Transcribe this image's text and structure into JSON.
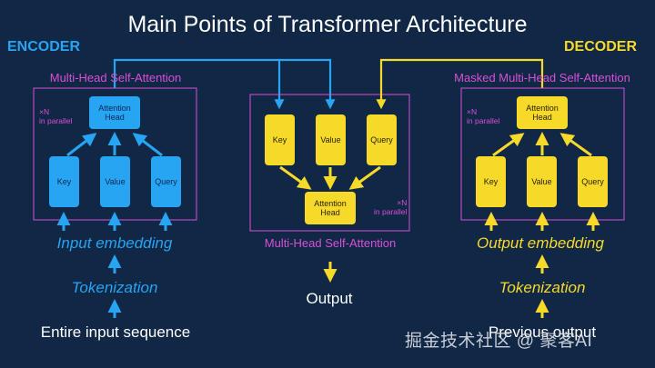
{
  "title": "Main Points of Transformer Architecture",
  "encoder": {
    "label": "ENCODER",
    "block_label": "Multi-Head Self-Attention",
    "parallel_label": "×N\nin parallel",
    "attention_head": "Attention\nHead",
    "key": "Key",
    "value": "Value",
    "query": "Query",
    "embedding": "Input embedding",
    "tokenization": "Tokenization",
    "input": "Entire input sequence"
  },
  "decoder": {
    "label": "DECODER",
    "block_label": "Masked Multi-Head Self-Attention",
    "parallel_label": "×N\nin parallel",
    "attention_head": "Attention\nHead",
    "key": "Key",
    "value": "Value",
    "query": "Query",
    "embedding": "Output embedding",
    "tokenization": "Tokenization",
    "input": "Previous output"
  },
  "middle": {
    "block_label": "Multi-Head Self-Attention",
    "parallel_label": "×N\nin parallel",
    "key": "Key",
    "value": "Value",
    "query": "Query",
    "attention_head": "Attention\nHead",
    "output": "Output"
  },
  "watermark": "掘金技术社区 @ 聚客AI",
  "colors": {
    "background": "#112746",
    "encoder": "#27a4f2",
    "decoder": "#f7d92a",
    "block_border": "#d94fd6"
  }
}
